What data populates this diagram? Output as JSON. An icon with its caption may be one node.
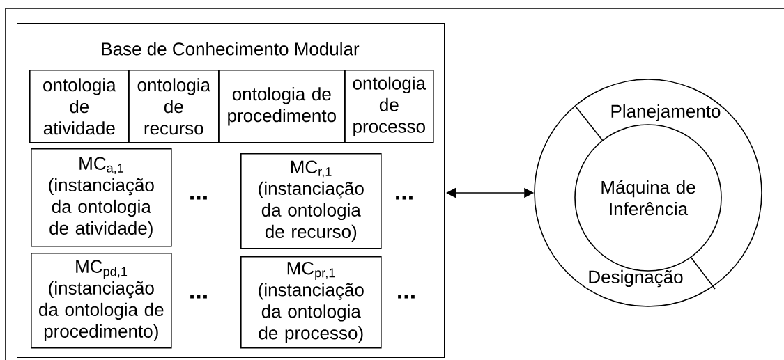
{
  "diagram": {
    "nodes": [
      {
        "text": [
          "Base de Conhecimento Modular"
        ]
      },
      {
        "text": [
          "ontologia de atividade"
        ],
        "in": 0
      },
      {
        "text": [
          "ontologia de recurso"
        ],
        "in": 0
      },
      {
        "text": [
          "ontologia de procedimento"
        ],
        "in": 0
      },
      {
        "text": [
          "ontologia de processo"
        ],
        "in": 0
      },
      {
        "text": [
          "MC$_{a,1}$",
          "(instanciação da ontologia de atividade)"
        ],
        "in": 0
      },
      {
        "text": [
          "MC$_{r,1}$",
          "(instanciação da ontologia de recurso)"
        ],
        "in": 0
      },
      {
        "text": [
          "MC$_{pd,1}$",
          "(instanciação da ontologia de procedimento)"
        ],
        "in": 0
      },
      {
        "text": [
          "MC$_{pr,1}$",
          "(instanciação da ontologia de processo)"
        ],
        "in": 0
      },
      {
        "text": [
          "Planejamento",
          "Designação"
        ]
      },
      {
        "text": [
          "Máquina de Inferência"
        ],
        "in": 9
      }
    ],
    "edges": [
      {
        "from": 0,
        "to": 9,
        "arrow": "both"
      }
    ],
    "labels": [
      "...",
      "...",
      "...",
      "..."
    ]
  }
}
